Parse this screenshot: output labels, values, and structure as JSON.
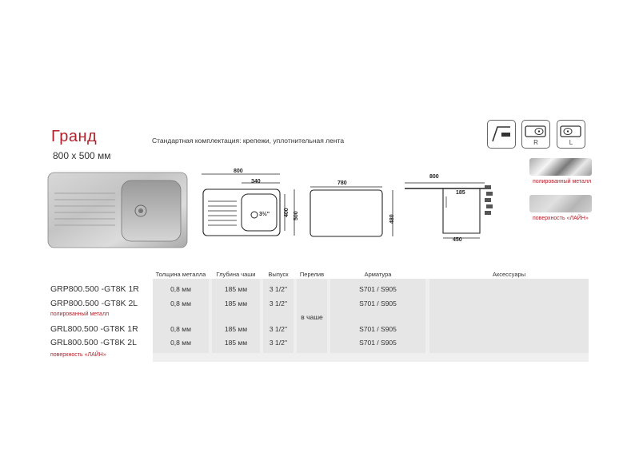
{
  "title": "Гранд",
  "size": "800 х 500 мм",
  "standard_kit": "Стандартная комплектация: крепежи, уплотнительная лента",
  "icons": [
    {
      "name": "mount-type-icon",
      "label": ""
    },
    {
      "name": "bowl-right-icon",
      "label": "R"
    },
    {
      "name": "bowl-left-icon",
      "label": "L"
    }
  ],
  "finishes": [
    {
      "label": "полированный металл"
    },
    {
      "label": "поверхность «ЛАЙН»"
    }
  ],
  "drawings": {
    "top_view": {
      "width": "800",
      "bowl": "340",
      "drain": "3½\"",
      "depth1": "400",
      "depth2": "500"
    },
    "cutout": {
      "width": "780",
      "depth": "480"
    },
    "section": {
      "width": "800",
      "bowl_depth": "185",
      "bowl_width": "450"
    }
  },
  "table": {
    "headers": [
      "Толщина металла",
      "Глубина чаши",
      "Выпуск",
      "Перелив",
      "Арматура",
      "Аксессуары"
    ],
    "rows": [
      {
        "model": "GRP800.500 -GT8K 1R",
        "thickness": "0,8 мм",
        "depth": "185 мм",
        "outlet": "3 1/2''",
        "fittings": "S701 / S905"
      },
      {
        "model": "GRP800.500 -GT8K 2L",
        "thickness": "0,8 мм",
        "depth": "185 мм",
        "outlet": "3 1/2''",
        "fittings": "S701 / S905"
      },
      {
        "model": "GRL800.500 -GT8K 1R",
        "thickness": "0,8 мм",
        "depth": "185 мм",
        "outlet": "3 1/2''",
        "fittings": "S701 / S905"
      },
      {
        "model": "GRL800.500 -GT8K 2L",
        "thickness": "0,8 мм",
        "depth": "185 мм",
        "outlet": "3 1/2''",
        "fittings": "S701 / S905"
      }
    ],
    "notes": [
      "полированный металл",
      "поверхность «ЛАЙН»"
    ],
    "overflow": "в чаше"
  }
}
